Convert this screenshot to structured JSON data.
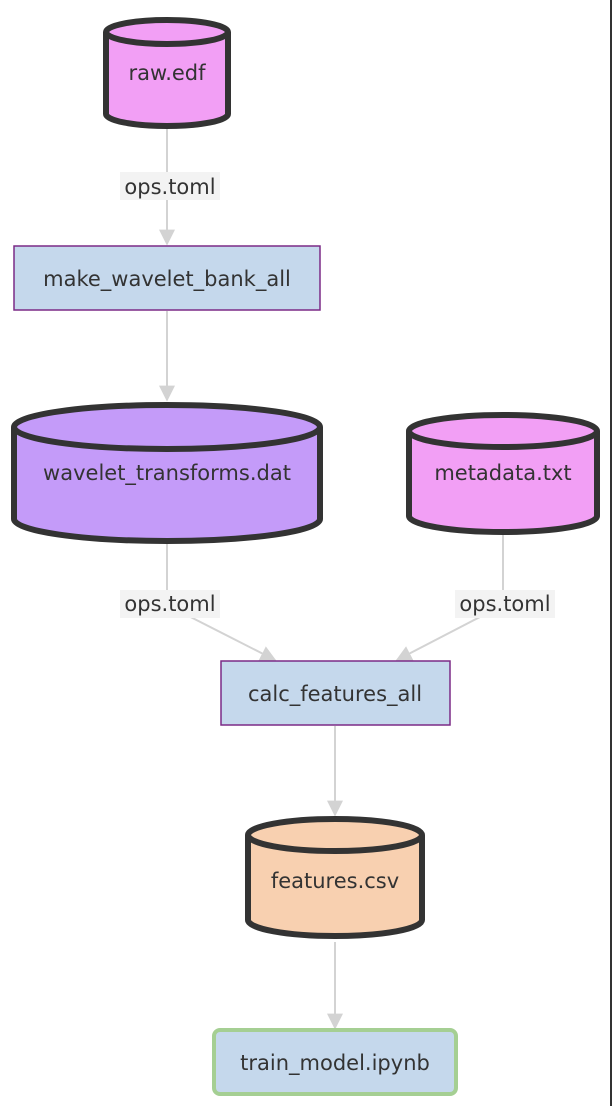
{
  "diagram": {
    "nodes": {
      "raw_edf": {
        "label": "raw.edf",
        "shape": "cylinder",
        "fill": "#f29ff5"
      },
      "make_wavelet": {
        "label": "make_wavelet_bank_all",
        "shape": "process",
        "fill": "#c5d8ec"
      },
      "wavelet_transforms": {
        "label": "wavelet_transforms.dat",
        "shape": "cylinder",
        "fill": "#c49bf9"
      },
      "metadata": {
        "label": "metadata.txt",
        "shape": "cylinder",
        "fill": "#f29ff5"
      },
      "calc_features": {
        "label": "calc_features_all",
        "shape": "process",
        "fill": "#c5d8ec"
      },
      "features_csv": {
        "label": "features.csv",
        "shape": "cylinder",
        "fill": "#f8d0b0"
      },
      "train_model": {
        "label": "train_model.ipynb",
        "shape": "terminal",
        "fill": "#c5d8ec"
      }
    },
    "edges": {
      "raw_to_make": {
        "from": "raw.edf",
        "to": "make_wavelet_bank_all",
        "label": "ops.toml"
      },
      "make_to_wavelet": {
        "from": "make_wavelet_bank_all",
        "to": "wavelet_transforms.dat",
        "label": ""
      },
      "wavelet_to_calc": {
        "from": "wavelet_transforms.dat",
        "to": "calc_features_all",
        "label": "ops.toml"
      },
      "metadata_to_calc": {
        "from": "metadata.txt",
        "to": "calc_features_all",
        "label": "ops.toml"
      },
      "calc_to_features": {
        "from": "calc_features_all",
        "to": "features.csv",
        "label": ""
      },
      "features_to_train": {
        "from": "features.csv",
        "to": "train_model.ipynb",
        "label": ""
      }
    },
    "colors": {
      "cylinder_stroke": "#333333",
      "process_stroke": "#7b2a86",
      "terminal_stroke": "#a5cf93",
      "edge": "#d3d3d3",
      "edge_label_bg": "#f3f3f3",
      "text": "#333333"
    }
  }
}
